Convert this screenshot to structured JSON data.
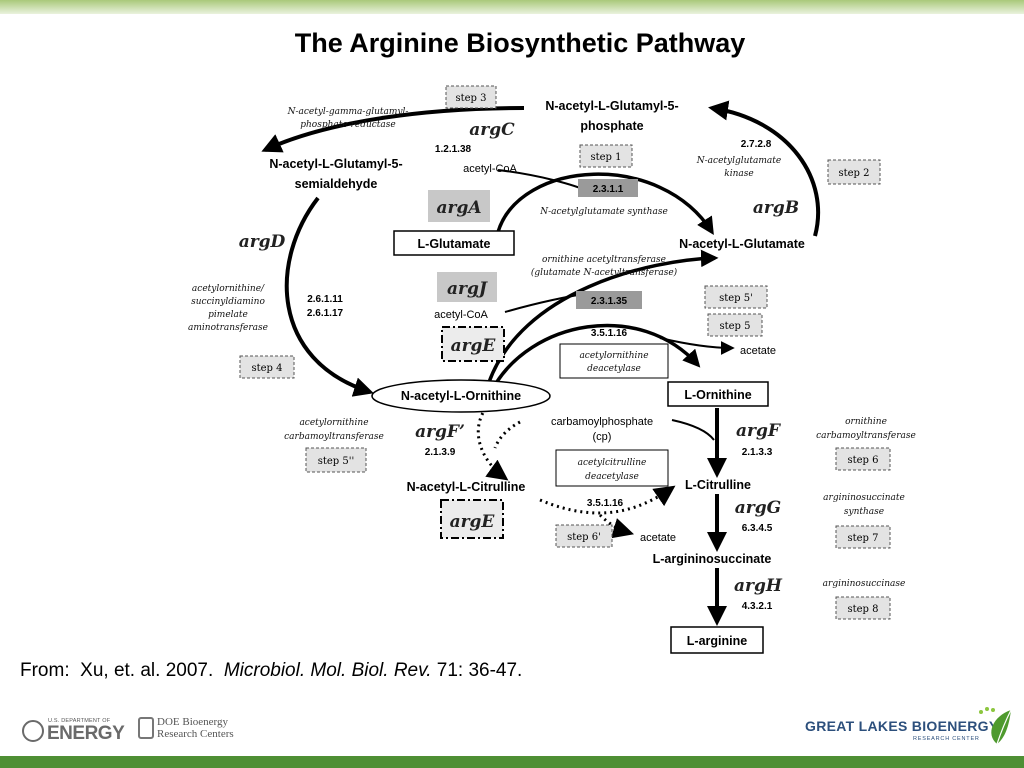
{
  "title": "The Arginine Biosynthetic Pathway",
  "citation": {
    "prefix": "From:  Xu, et. al. 2007.  ",
    "journal": "Microbiol. Mol. Biol. Rev.",
    "suffix": " 71: 36-47."
  },
  "diagram": {
    "metabolites": {
      "nag5p_l1": "N-acetyl-L-Glutamyl-5-",
      "nag5p_l2": "phosphate",
      "nagsa_l1": "N-acetyl-L-Glutamyl-5-",
      "nagsa_l2": "semialdehyde",
      "glutamate": "L-Glutamate",
      "nag": "N-acetyl-L-Glutamate",
      "acorn": "N-acetyl-L-Ornithine",
      "ornithine": "L-Ornithine",
      "accit": "N-acetyl-L-Citrulline",
      "citrulline": "L-Citrulline",
      "argsucc": "L-argininosuccinate",
      "arginine": "L-arginine",
      "acetylcoa1": "acetyl-CoA",
      "acetylcoa2": "acetyl-CoA",
      "acetate1": "acetate",
      "acetate2": "acetate",
      "cp_l1": "carbamoylphosphate",
      "cp_l2": "(cp)"
    },
    "genes": {
      "argC": "argC",
      "argA": "argA",
      "argB": "argB",
      "argD": "argD",
      "argJ": "argJ",
      "argE1": "argE",
      "argE2": "argE",
      "argFp": "argF’",
      "argF": "argF",
      "argG": "argG",
      "argH": "argH"
    },
    "ec": {
      "argC": "1.2.1.38",
      "argA": "2.3.1.1",
      "argB": "2.7.2.8",
      "argD1": "2.6.1.11",
      "argD2": "2.6.1.17",
      "argJ": "2.3.1.35",
      "argE1": "3.5.1.16",
      "argE2": "3.5.1.16",
      "argFp": "2.1.3.9",
      "argF": "2.1.3.3",
      "argG": "6.3.4.5",
      "argH": "4.3.2.1"
    },
    "enzymes": {
      "argC_l1": "N-acetyl-gamma-glutamyl-",
      "argC_l2": "phosphate reductase",
      "argA": "N-acetylglutamate synthase",
      "argB_l1": "N-acetylglutamate",
      "argB_l2": "kinase",
      "argD_l1": "acetylornithine/",
      "argD_l2": "succinyldiamino",
      "argD_l3": "pimelate",
      "argD_l4": "aminotransferase",
      "argJ_l1": "ornithine acetyltransferase",
      "argJ_l2": "(glutamate N-acetyltransferase)",
      "argE1_l1": "acetylornithine",
      "argE1_l2": "deacetylase",
      "argFp_l1": "acetylornithine",
      "argFp_l2": "carbamoyltransferase",
      "argE2_l1": "acetylcitrulline",
      "argE2_l2": "deacetylase",
      "argF_l1": "ornithine",
      "argF_l2": "carbamoyltransferase",
      "argG_l1": "argininosuccinate",
      "argG_l2": "synthase",
      "argH": "argininosuccinase"
    },
    "steps": {
      "s1": "step 1",
      "s2": "step 2",
      "s3": "step 3",
      "s4": "step 4",
      "s5": "step 5",
      "s5p": "step 5'",
      "s5pp": "step 5''",
      "s6": "step 6",
      "s6p": "step 6'",
      "s7": "step 7",
      "s8": "step 8"
    }
  },
  "logos": {
    "energy_small": "U.S. DEPARTMENT OF",
    "energy_big": "ENERGY",
    "doe_l1": "DOE Bioenergy",
    "doe_l2": "Research Centers",
    "glbrc_name": "GREAT LAKES BIOENERGY",
    "glbrc_sub": "RESEARCH CENTER"
  },
  "colors": {
    "top_band": "#a9c97a",
    "bottom_band": "#4e8f34",
    "glbrc_text": "#2c4f7c"
  }
}
